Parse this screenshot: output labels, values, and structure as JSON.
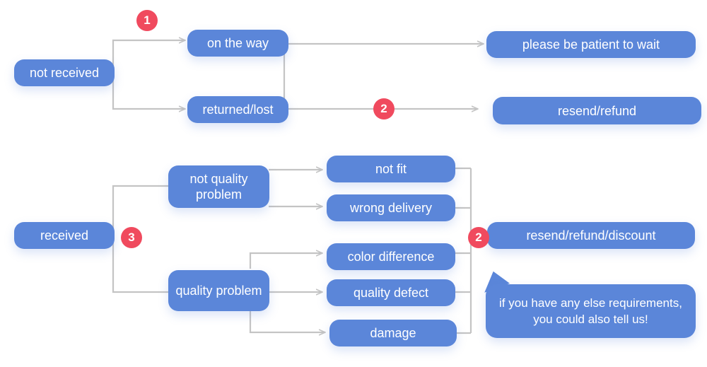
{
  "nodes": {
    "not_received": "not received",
    "on_the_way": "on the way",
    "returned_lost": "returned/lost",
    "please_wait": "please be patient to wait",
    "resend_refund": "resend/refund",
    "not_quality_problem": "not quality\nproblem",
    "received": "received",
    "quality_problem": "quality problem",
    "not_fit": "not fit",
    "wrong_delivery": "wrong delivery",
    "color_difference": "color difference",
    "quality_defect": "quality defect",
    "damage": "damage",
    "resend_refund_discount": "resend/refund/discount"
  },
  "badges": {
    "b1": "1",
    "b2_top": "2",
    "b3": "3",
    "b2_bottom": "2"
  },
  "note": {
    "line1": "if you have any else requirements,",
    "line2": "you could also tell us!"
  },
  "colors": {
    "node": "#5b86d9",
    "badge": "#f04a5e",
    "connector": "#c4c4c4"
  }
}
